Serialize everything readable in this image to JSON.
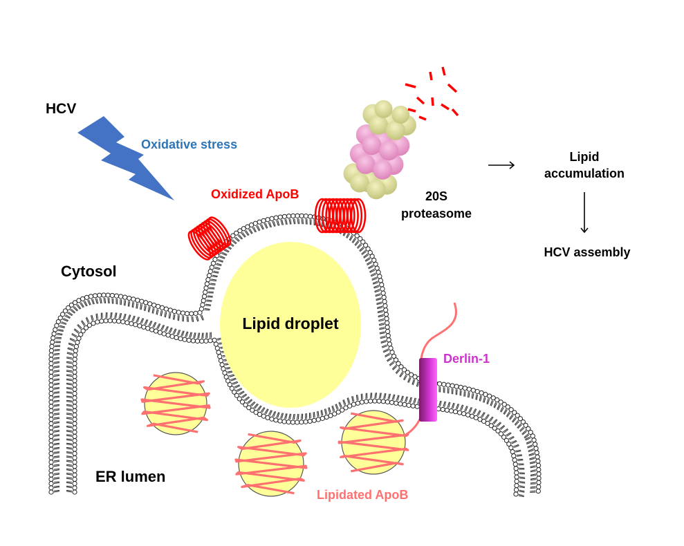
{
  "labels": {
    "hcv": "HCV",
    "oxidative_stress": "Oxidative stress",
    "oxidized_apob": "Oxidized ApoB",
    "proteasome_line1": "20S",
    "proteasome_line2": "proteasome",
    "lipid_accumulation_line1": "Lipid",
    "lipid_accumulation_line2": "accumulation",
    "hcv_assembly": "HCV assembly",
    "cytosol": "Cytosol",
    "lipid_droplet": "Lipid droplet",
    "derlin": "Derlin-1",
    "er_lumen": "ER lumen",
    "lipidated_apob": "Lipidated ApoB"
  },
  "colors": {
    "lightning": "#4472c4",
    "oxidative_stress_text": "#2e75b6",
    "oxidized_apob": "#ff0000",
    "lipidated_apob": "#ff7070",
    "lipid_yellow": "#ffff99",
    "proteasome_olive": "#d9d98c",
    "proteasome_pink": "#f0a0d0",
    "derlin": "#cc33cc",
    "derlin_text": "#cc33cc",
    "text": "#000000"
  }
}
